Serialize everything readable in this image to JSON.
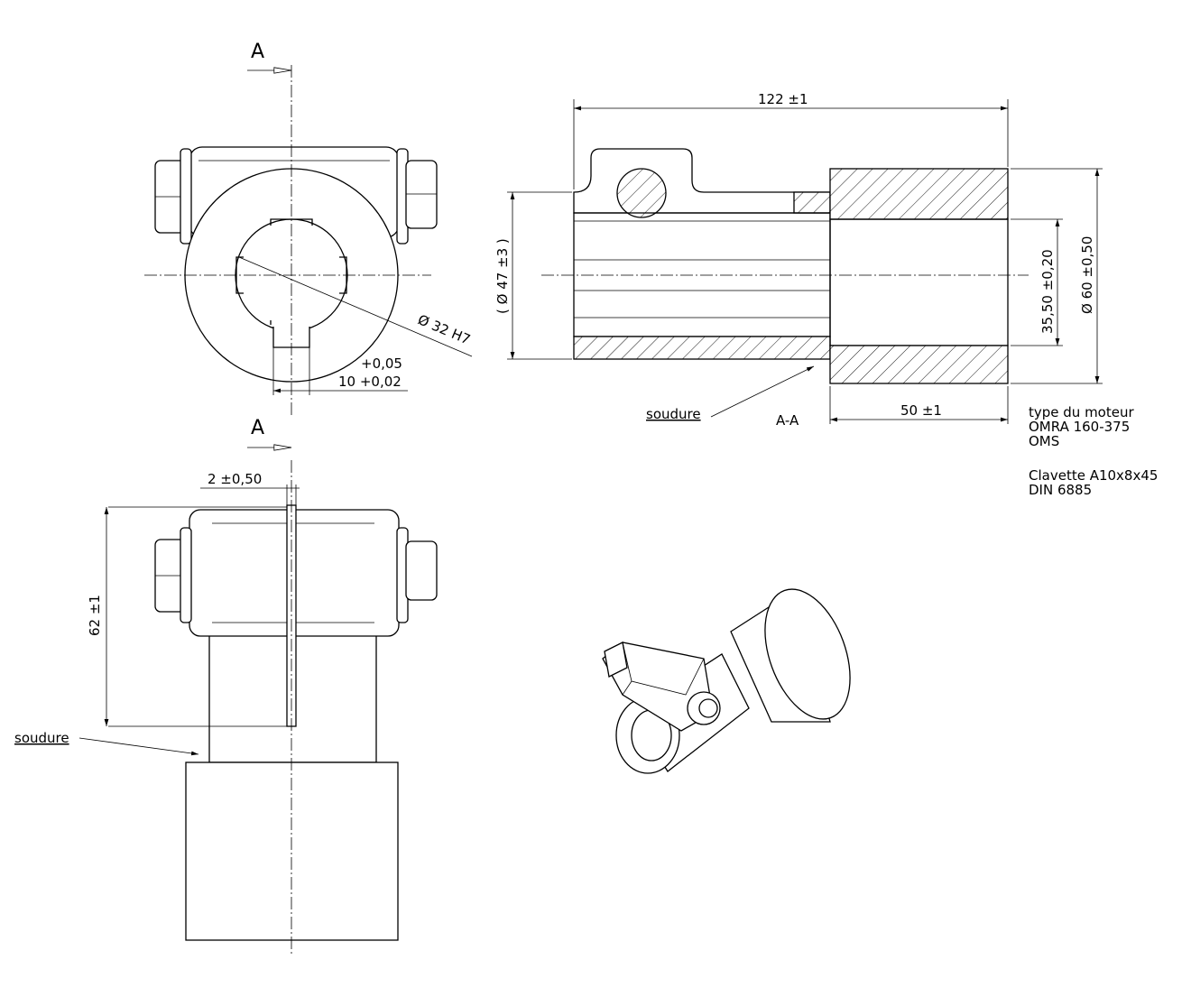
{
  "section_marker": {
    "letter": "A"
  },
  "top_view": {
    "bore_dim": "Ø 32 H7",
    "key_tol_upper": "+0,05",
    "key_dim": "10 +0,02"
  },
  "front_view": {
    "gap_dim": "2 ±0,50",
    "height_dim": "62 ±1",
    "weld_label": "soudure"
  },
  "section_view": {
    "title": "A-A",
    "length_dim": "122 ±1",
    "tube_dim": "( Ø 47 ±3 )",
    "bore_dim": "35,50 ±0,20",
    "outer_dim": "Ø 60 ±0,50",
    "sleeve_dim": "50 ±1",
    "weld_label": "soudure"
  },
  "notes": {
    "motor_lines": [
      "type du moteur",
      "OMRA 160-375",
      "OMS"
    ],
    "key_lines": [
      "Clavette A10x8x45",
      "DIN 6885"
    ]
  }
}
